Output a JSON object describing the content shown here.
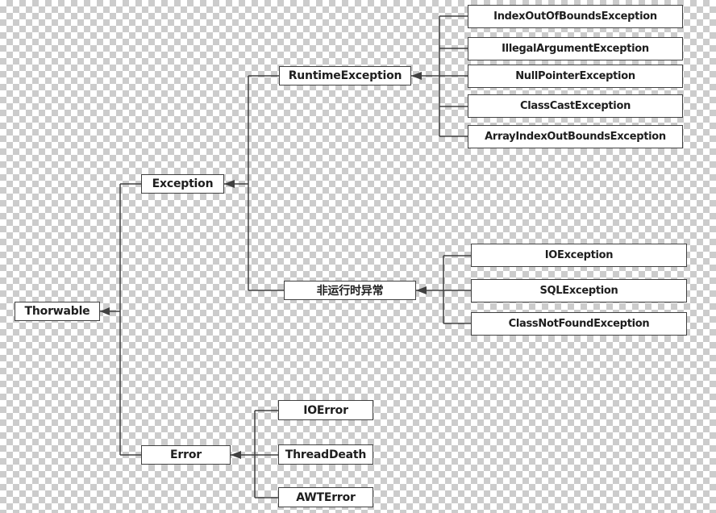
{
  "diagram": {
    "nodes": {
      "thorwable": "Thorwable",
      "exception": "Exception",
      "error": "Error",
      "runtime_exception": "RuntimeException",
      "non_runtime_exception": "非运行时异常",
      "index_out_of_bounds": "IndexOutOfBoundsException",
      "illegal_argument": "IllegalArgumentException",
      "null_pointer": "NullPointerException",
      "class_cast": "ClassCastException",
      "array_index_out_bounds": "ArrayIndexOutBoundsException",
      "io_exception": "IOException",
      "sql_exception": "SQLException",
      "class_not_found": "ClassNotFoundException",
      "io_error": "IOError",
      "thread_death": "ThreadDeath",
      "awt_error": "AWTError"
    },
    "colors": {
      "line": "#404040",
      "box_fill": "#ffffff",
      "box_border": "#404040",
      "text": "#1e1e1e",
      "checker_dark": "#cccccc",
      "checker_light": "#ffffff"
    }
  }
}
